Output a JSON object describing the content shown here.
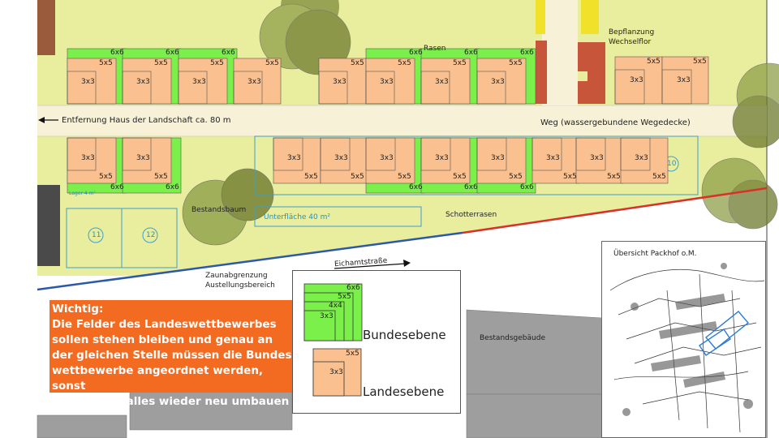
{
  "labels": {
    "distance": "Entfernung Haus der Landschaft ca. 80 m",
    "path": "Weg (wassergebundene Wegedecke)",
    "planting_line1": "Bepflanzung",
    "planting_line2": "Wechselflor",
    "tree": "Bestandsbaum",
    "gravel": "Schotterrasen",
    "underfloor": "Unterfläche 40 m²",
    "storage": "Lager 4 m²",
    "fence_line1": "Zaunabgrenzung",
    "fence_line2": "Austellungsbereich",
    "street": "Eichamtstraße",
    "building": "Bestandsgebäude",
    "rasen": "Rasen",
    "overview_title": "Übersicht Packhof o.M.",
    "number_10": "10",
    "number_11": "11",
    "number_12": "12"
  },
  "plot_sizes": {
    "large": "6x6",
    "medium": "5x5",
    "small": "3x3",
    "mid": "4x4"
  },
  "warning": {
    "lines": [
      "Wichtig:",
      "Die Felder des Landeswettbewerbes",
      "sollen stehen bleiben und genau an",
      "der gleichen Stelle müssen die Bundes-",
      "wettbewerbe angeordnet werden, sonst",
      "müssen wir alles wieder neu umbauen"
    ]
  },
  "legend": {
    "federal": "Bundesebene",
    "state": "Landesebene",
    "federal_sizes": [
      "6x6",
      "5x5",
      "4x4",
      "3x3"
    ],
    "state_sizes": [
      "5x5",
      "3x3"
    ]
  },
  "colors": {
    "lawn": "#e9ee9e",
    "path": "#f7f2d7",
    "green_plot": "#7cf04a",
    "orange_plot": "#fbc08f",
    "warning": "#f36a21",
    "brick": "#c7553a",
    "yellow": "#f1e12a",
    "blue_line": "#2b58a8",
    "red_line": "#d9302a",
    "building": "#9e9e9e"
  }
}
